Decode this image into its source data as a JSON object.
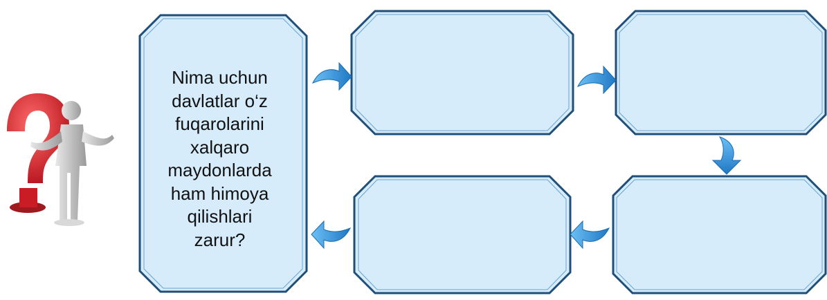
{
  "question": {
    "lines": [
      "Nima uchun",
      "davlatlar o‘z",
      "fuqarolarini",
      "xalqaro",
      "maydonlarda",
      "ham himoya",
      "qilishlari",
      "zarur?"
    ]
  },
  "boxes": [
    {
      "id": "question-box",
      "text": ""
    },
    {
      "id": "box-top-middle",
      "text": ""
    },
    {
      "id": "box-top-right",
      "text": ""
    },
    {
      "id": "box-bottom-right",
      "text": ""
    },
    {
      "id": "box-bottom-middle",
      "text": ""
    }
  ],
  "colors": {
    "box_fill": "#d6ecfb",
    "box_border": "#1f4e79",
    "arrow": "#2e8fd8",
    "question_mark": "#d8242b",
    "figure": "#c9c9c9"
  },
  "icons": [
    "question-mark-figure-icon",
    "arrow-right-icon",
    "arrow-down-icon",
    "arrow-left-icon"
  ]
}
